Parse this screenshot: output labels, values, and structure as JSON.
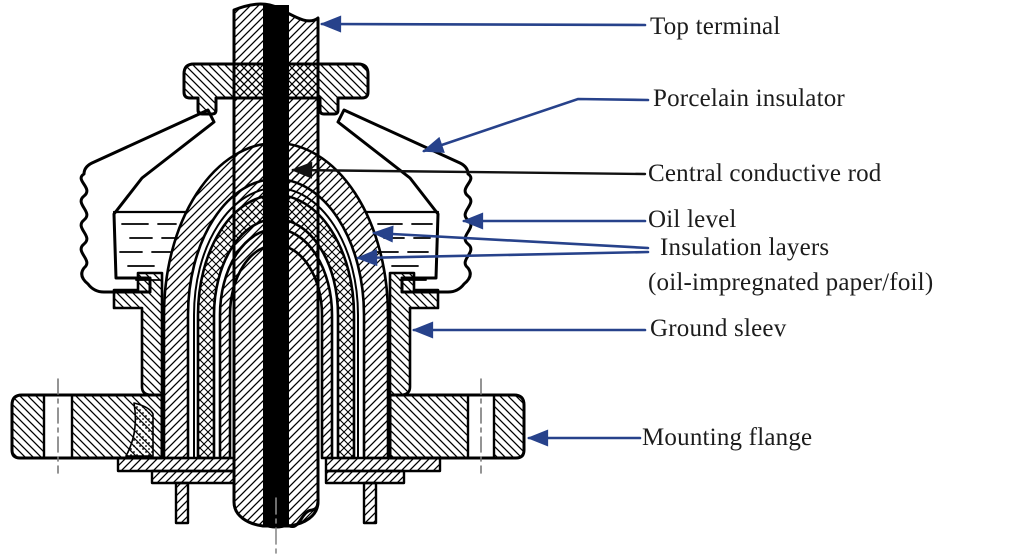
{
  "diagram": {
    "title": "High-voltage bushing cross-section diagram",
    "colors": {
      "leader_arrow": "#27428b",
      "rod_leader": "#111111",
      "outline": "#000000",
      "text": "#1c1c1c"
    },
    "labels": [
      {
        "id": "top-terminal",
        "text": "Top terminal"
      },
      {
        "id": "porcelain-insulator",
        "text": "Porcelain insulator"
      },
      {
        "id": "central-conductive-rod",
        "text": "Central conductive rod"
      },
      {
        "id": "oil-level",
        "text": "Oil level"
      },
      {
        "id": "insulation-layers",
        "text": "Insulation layers"
      },
      {
        "id": "insulation-layers-sub",
        "text": "(oil-impregnated paper/foil)"
      },
      {
        "id": "ground-sleeve",
        "text": "Ground sleev"
      },
      {
        "id": "mounting-flange",
        "text": "Mounting flange"
      }
    ]
  }
}
